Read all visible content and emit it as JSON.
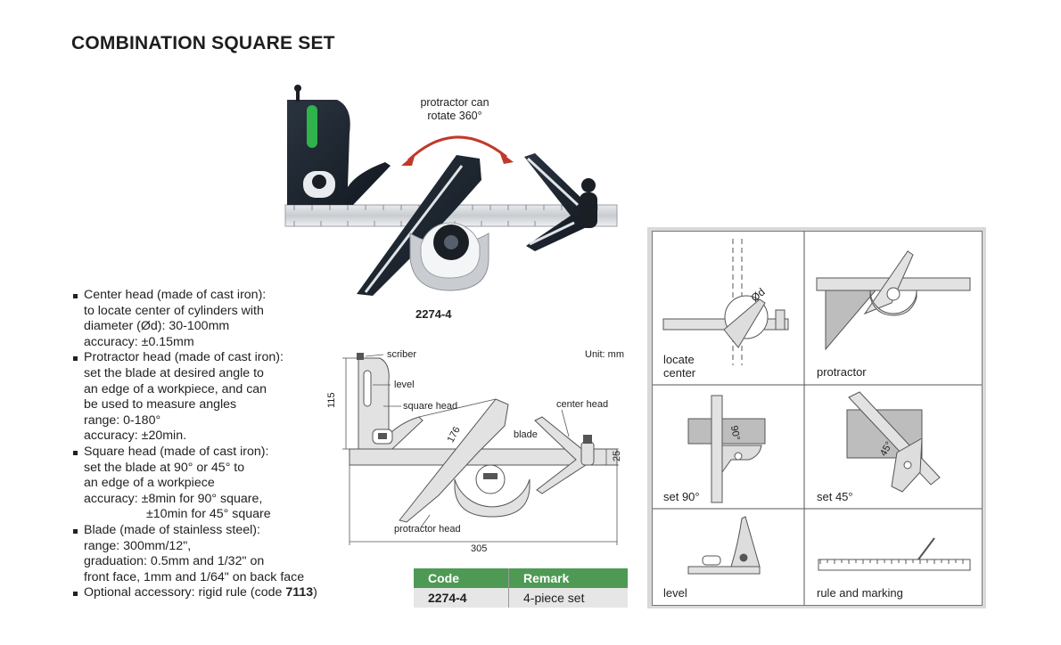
{
  "title": "COMBINATION SQUARE SET",
  "rotate_note": [
    "protractor can",
    "rotate 360°"
  ],
  "product_code": "2274-4",
  "features": [
    {
      "lines": [
        "Center head (made of cast iron):",
        "to locate center of cylinders with",
        "diameter (Ød): 30-100mm",
        "accuracy: ±0.15mm"
      ]
    },
    {
      "lines": [
        "Protractor head (made of cast iron):",
        "set the blade at desired angle to",
        "an edge of a workpiece, and can",
        "be used to measure angles",
        "range: 0-180°",
        "accuracy: ±20min."
      ]
    },
    {
      "lines": [
        "Square head (made of cast iron):",
        "set the blade at 90° or 45° to",
        "an edge of a workpiece",
        "accuracy: ±8min for 90° square,"
      ],
      "indent_line": "±10min for 45° square"
    },
    {
      "lines": [
        "Blade (made of stainless steel):",
        "range: 300mm/12\",",
        "graduation: 0.5mm and 1/32\" on",
        "front face, 1mm and 1/64\" on back face"
      ]
    },
    {
      "pre": "Optional accessory: rigid rule (code ",
      "bold": "7113",
      "post": ")"
    }
  ],
  "drawing": {
    "unit": "Unit: mm",
    "scriber": "scriber",
    "level": "level",
    "square_head": "square head",
    "center_head": "center head",
    "blade": "blade",
    "protractor_head": "protractor head",
    "dim_height": "115",
    "dim_diag": "176",
    "dim_width": "305",
    "dim_blade": "25"
  },
  "table": {
    "headers": [
      "Code",
      "Remark"
    ],
    "rows": [
      [
        "2274-4",
        "4-piece set"
      ]
    ]
  },
  "usage": [
    {
      "label": [
        "locate",
        "center"
      ]
    },
    {
      "label": [
        "protractor"
      ]
    },
    {
      "label": [
        "set 90°"
      ]
    },
    {
      "label": [
        "set 45°"
      ]
    },
    {
      "label": [
        "level"
      ]
    },
    {
      "label": [
        "rule and marking"
      ]
    }
  ],
  "usage_marks": {
    "diameter": "Ød",
    "angle90": "90°",
    "angle45": "45°"
  },
  "colors": {
    "table_header": "#4e9a55",
    "table_row": "#e6e6e6",
    "level_green": "#2fb34a",
    "iron": "#1c2530"
  }
}
